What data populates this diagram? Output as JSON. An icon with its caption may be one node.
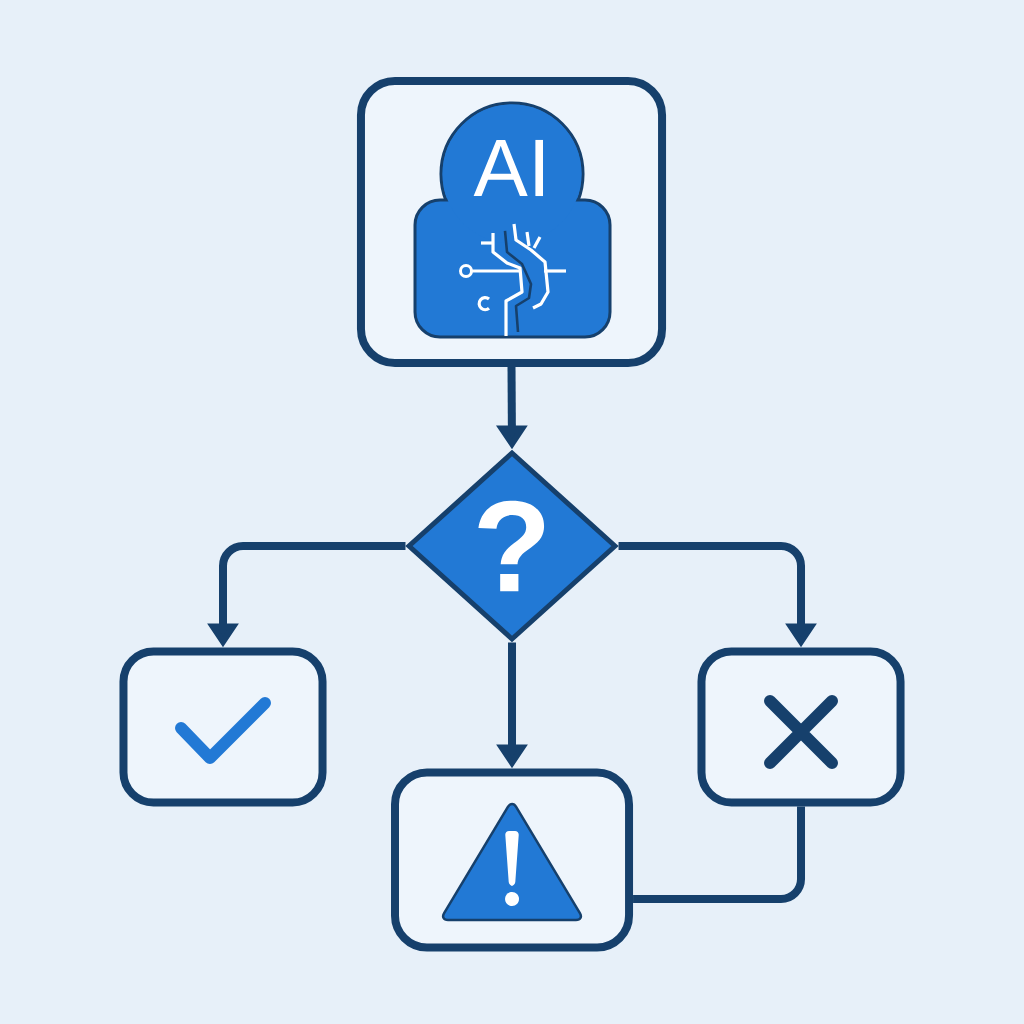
{
  "diagram": {
    "nodes": [
      {
        "text": [],
        "shape": "box"
      },
      {
        "text": [
          "AI"
        ],
        "in": 0
      },
      {
        "text": [
          "?"
        ]
      },
      {
        "text": [],
        "shape": "box"
      },
      {
        "text": [],
        "shape": "box"
      },
      {
        "text": [],
        "shape": "box"
      }
    ],
    "edges": [
      {
        "from": 0,
        "to": 2,
        "arrow": "to"
      },
      {
        "from": 2,
        "to": 3,
        "arrow": "to"
      },
      {
        "from": 2,
        "to": 5,
        "arrow": "to"
      },
      {
        "from": 2,
        "to": 4,
        "arrow": "to"
      },
      {
        "from": 4,
        "to": 5,
        "arrow": "none"
      }
    ]
  }
}
